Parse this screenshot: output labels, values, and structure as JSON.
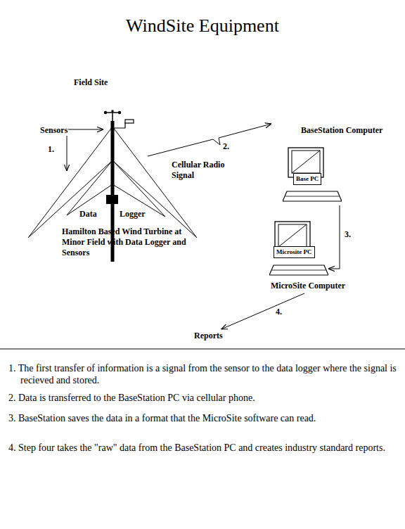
{
  "diagram": {
    "title": "WindSite Equipment",
    "nodes": [
      {
        "text": [
          "BaseStation Computer",
          "Base PC"
        ]
      },
      {
        "text": [
          "Microsite PC",
          "MicroSite Computer"
        ]
      },
      {
        "text": [
          "Reports"
        ]
      }
    ],
    "edges": [
      {
        "from": 0,
        "to": 1,
        "arrow": "to",
        "label": "3."
      },
      {
        "from": 1,
        "to": 2,
        "arrow": "to",
        "label": "4."
      }
    ],
    "labels": [
      "Field Site",
      "Sensors",
      "1.",
      "Data",
      "Logger",
      "Hamilton Based Wind Turbine at Minor Field with Data Logger and Sensors",
      "2.",
      "Cellular Radio Signal",
      "1. The first transfer of information is a signal from the sensor to the data logger where the signal is recieved and stored.",
      "2. Data is transferred to the BaseStation PC via cellular phone.",
      "3. BaseStation saves the data in a format that the MicroSite software can read.",
      "4. Step four takes the \"raw\" data from the BaseStation PC and creates industry standard reports."
    ]
  }
}
